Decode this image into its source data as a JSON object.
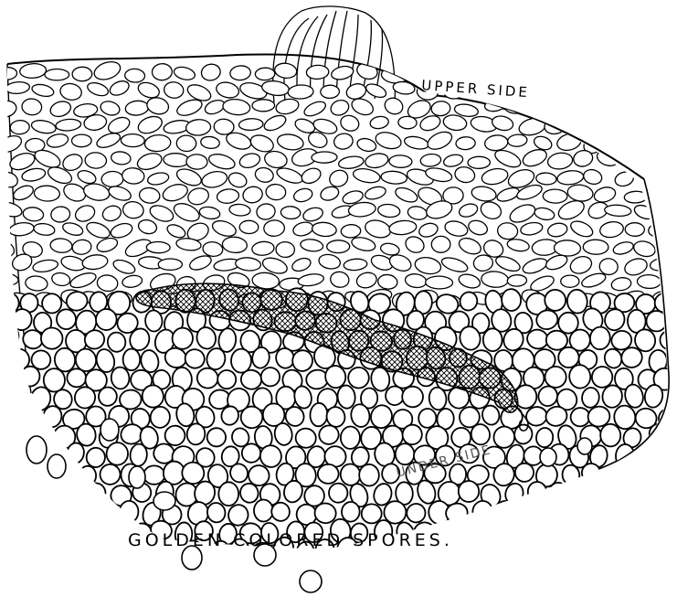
{
  "labels": {
    "upper_side": "UPPER SIDE",
    "under_side": "UNDER SIDE",
    "caption": "GOLDEN COLORED SPORES."
  },
  "colors": {
    "ink": "#000000",
    "paper": "#ffffff",
    "faint_label": "#555555"
  }
}
